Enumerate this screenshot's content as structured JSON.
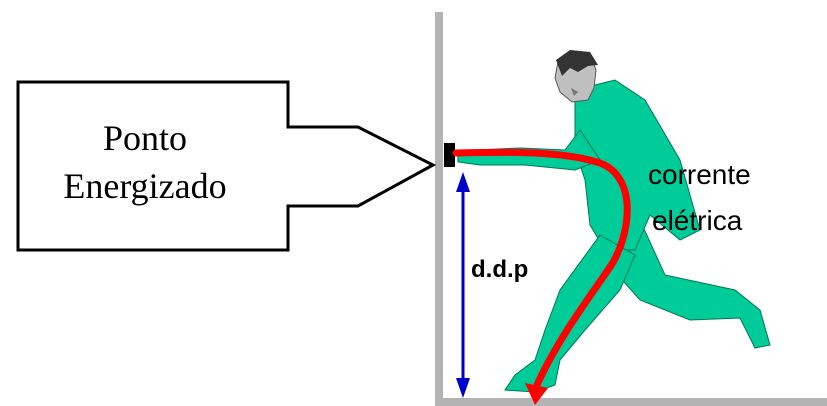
{
  "arrow_box": {
    "line1": "Ponto",
    "line2": "Energizado"
  },
  "labels": {
    "voltage": "d.d.p",
    "current_line1": "corrente",
    "current_line2": "elétrica"
  },
  "colors": {
    "figure": "#00CC99",
    "current_path": "#FF0000",
    "voltage_arrow": "#0000CC",
    "wall_floor": "#B3B3B3",
    "contact_point": "#000000"
  },
  "icons": {
    "person": "person-touching-live-point",
    "contact": "energized-point-icon"
  }
}
